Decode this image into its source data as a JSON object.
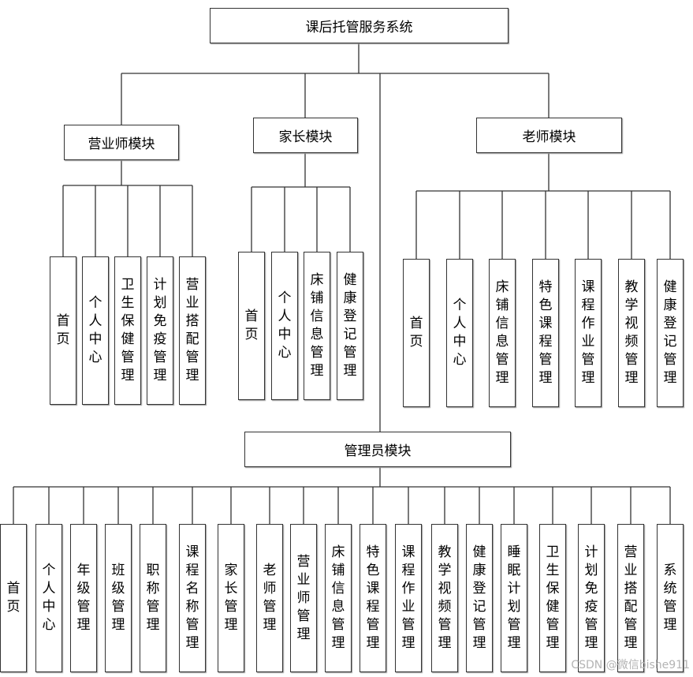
{
  "root": {
    "label": "课后托管服务系统"
  },
  "modules": [
    {
      "label": "营业师模块",
      "children": [
        "首页",
        "个人中心",
        "卫生保健管理",
        "计划免疫管理",
        "营业搭配管理"
      ]
    },
    {
      "label": "家长模块",
      "children": [
        "首页",
        "个人中心",
        "床铺信息管理",
        "健康登记管理"
      ]
    },
    {
      "label": "老师模块",
      "children": [
        "首页",
        "个人中心",
        "床铺信息管理",
        "特色课程管理",
        "课程作业管理",
        "教学视频管理",
        "健康登记管理"
      ]
    },
    {
      "label": "管理员模块",
      "children": [
        "首页",
        "个人中心",
        "年级管理",
        "班级管理",
        "职称管理",
        "课程名称管理",
        "家长管理",
        "老师管理",
        "营业师管理",
        "床铺信息管理",
        "特色课程管理",
        "课程作业管理",
        "教学视频管理",
        "健康登记管理",
        "睡眠计划管理",
        "卫生保健管理",
        "计划免疫管理",
        "营业搭配管理",
        "系统管理"
      ]
    }
  ],
  "watermark": "CSDN @微信bishe911",
  "colors": {
    "line": "#333333",
    "box_border": "#333333",
    "background": "#ffffff"
  }
}
